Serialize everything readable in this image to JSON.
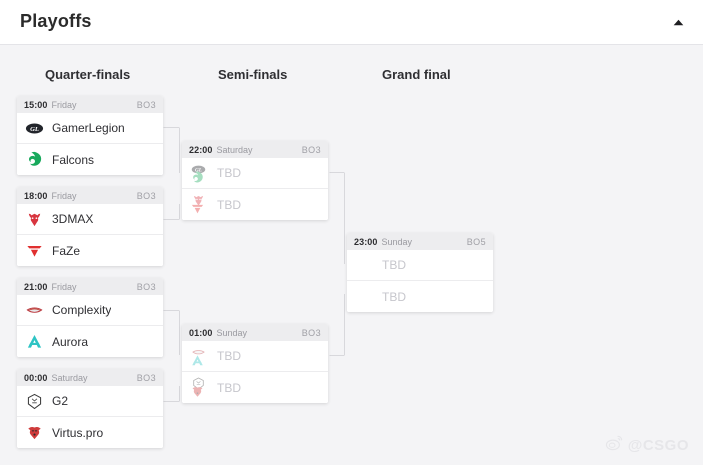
{
  "header": {
    "title": "Playoffs",
    "collapse_icon": "chevron-up-icon"
  },
  "rounds": [
    {
      "key": "quarter_finals",
      "label": "Quarter-finals"
    },
    {
      "key": "semi_finals",
      "label": "Semi-finals"
    },
    {
      "key": "grand_final",
      "label": "Grand final"
    }
  ],
  "matches": {
    "qf1": {
      "time": "15:00",
      "day": "Friday",
      "format": "BO3",
      "teams": [
        {
          "name": "GamerLegion",
          "logo": "gamerlegion-logo",
          "tbd": false
        },
        {
          "name": "Falcons",
          "logo": "falcons-logo",
          "tbd": false
        }
      ]
    },
    "qf2": {
      "time": "18:00",
      "day": "Friday",
      "format": "BO3",
      "teams": [
        {
          "name": "3DMAX",
          "logo": "3dmax-logo",
          "tbd": false
        },
        {
          "name": "FaZe",
          "logo": "faze-logo",
          "tbd": false
        }
      ]
    },
    "qf3": {
      "time": "21:00",
      "day": "Friday",
      "format": "BO3",
      "teams": [
        {
          "name": "Complexity",
          "logo": "complexity-logo",
          "tbd": false
        },
        {
          "name": "Aurora",
          "logo": "aurora-logo",
          "tbd": false
        }
      ]
    },
    "qf4": {
      "time": "00:00",
      "day": "Saturday",
      "format": "BO3",
      "teams": [
        {
          "name": "G2",
          "logo": "g2-logo",
          "tbd": false
        },
        {
          "name": "Virtus.pro",
          "logo": "virtuspro-logo",
          "tbd": false
        }
      ]
    },
    "sf1": {
      "time": "22:00",
      "day": "Saturday",
      "format": "BO3",
      "teams": [
        {
          "name": "TBD",
          "logo": "gamerlegion-falcons-pending",
          "tbd": true
        },
        {
          "name": "TBD",
          "logo": "3dmax-faze-pending",
          "tbd": true
        }
      ]
    },
    "sf2": {
      "time": "01:00",
      "day": "Sunday",
      "format": "BO3",
      "teams": [
        {
          "name": "TBD",
          "logo": "complexity-aurora-pending",
          "tbd": true
        },
        {
          "name": "TBD",
          "logo": "g2-virtuspro-pending",
          "tbd": true
        }
      ]
    },
    "gf": {
      "time": "23:00",
      "day": "Sunday",
      "format": "BO5",
      "teams": [
        {
          "name": "TBD",
          "logo": "none",
          "tbd": true
        },
        {
          "name": "TBD",
          "logo": "none",
          "tbd": true
        }
      ]
    }
  },
  "watermark": {
    "icon": "weibo-icon",
    "text": "@CSGO"
  },
  "colors": {
    "page_background": "#f4f4f6",
    "card_background": "#ffffff",
    "card_header": "#ededef",
    "text_primary": "#2f2f33",
    "text_muted": "#9a9aa0",
    "tbd_text": "#c6c6cc",
    "connector": "#d8d8dc",
    "falcons_green": "#18a95c",
    "aurora_teal": "#2ec4c4",
    "3dmax_red": "#d8353f",
    "faze_red": "#e03030",
    "complexity_red": "#c0392b",
    "virtuspro_red": "#cf3b3b",
    "g2_dark": "#3a3a3a",
    "gamerlegion_dark": "#22252b"
  }
}
